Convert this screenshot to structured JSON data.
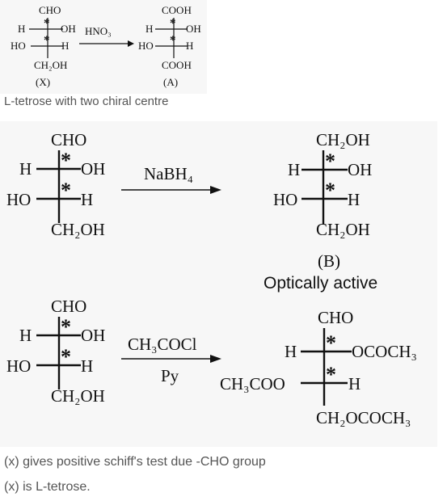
{
  "top_scheme": {
    "x": {
      "top": "CHO",
      "r1_left": "H",
      "r1_right": "OH",
      "r2_left": "HO",
      "r2_right": "H",
      "bottom": "CH₂OH",
      "label": "(X)"
    },
    "reagent": "HNO₃",
    "a": {
      "top": "COOH",
      "r1_left": "H",
      "r1_right": "OH",
      "r2_left": "HO",
      "r2_right": "H",
      "bottom": "COOH",
      "label": "(A)"
    },
    "star": "*"
  },
  "caption_tetrose": "L-tetrose with two chiral centre",
  "scheme_reduction": {
    "reactant": {
      "top": "CHO",
      "r1_left": "H",
      "r1_right": "OH",
      "r2_left": "HO",
      "r2_right": "H",
      "bottom": "CH₂OH"
    },
    "reagent": "NaBH₄",
    "product": {
      "top": "CH₂OH",
      "r1_left": "H",
      "r1_right": "OH",
      "r2_left": "HO",
      "r2_right": "H",
      "bottom": "CH₂OH",
      "label": "(B)",
      "note": "Optically active"
    },
    "star": "*"
  },
  "scheme_acetylation": {
    "reactant": {
      "top": "CHO",
      "r1_left": "H",
      "r1_right": "OH",
      "r2_left": "HO",
      "r2_right": "H",
      "bottom": "CH₂OH"
    },
    "reagent_top": "CH₃COCl",
    "reagent_bottom": "Py",
    "product": {
      "top": "CHO",
      "r1_left": "H",
      "r1_right": "OCOCH₃",
      "r2_left": "CH₃COO",
      "r2_right": "H",
      "bottom": "CH₂OCOCH₃"
    },
    "star": "*"
  },
  "notes": [
    "(x) gives positive schiff's test due -CHO group",
    "(x) is L-tetrose."
  ]
}
